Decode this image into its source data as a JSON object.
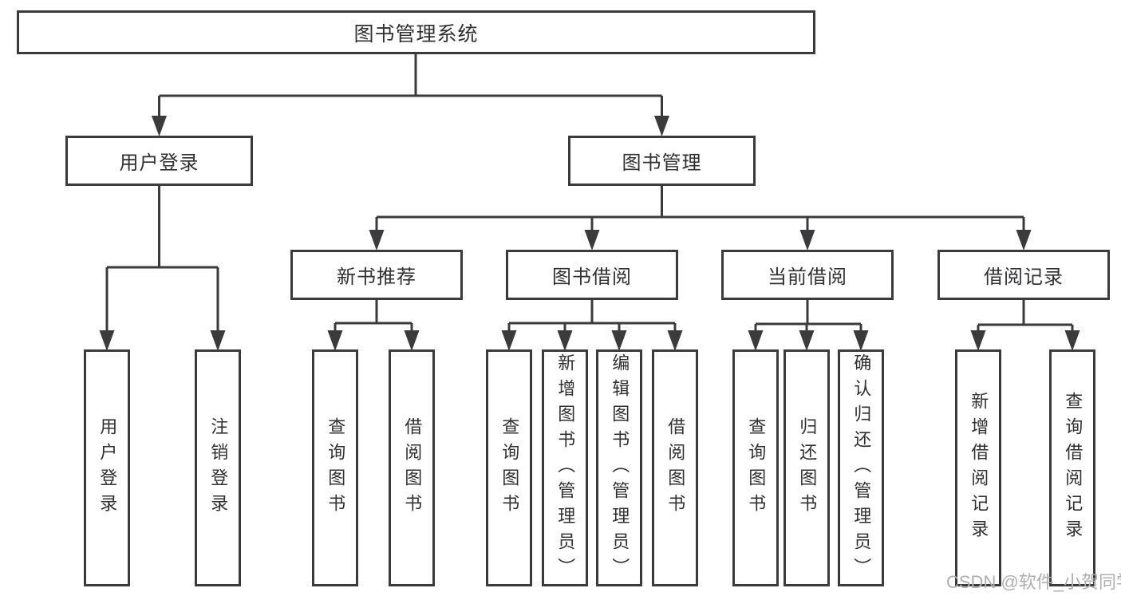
{
  "tree": {
    "root": {
      "label": "图书管理系统",
      "children": [
        {
          "label": "用户登录",
          "children": [
            {
              "label": "用户登录"
            },
            {
              "label": "注销登录"
            }
          ]
        },
        {
          "label": "图书管理",
          "children": [
            {
              "label": "新书推荐",
              "children": [
                {
                  "label": "查询图书"
                },
                {
                  "label": "借阅图书"
                }
              ]
            },
            {
              "label": "图书借阅",
              "children": [
                {
                  "label": "查询图书"
                },
                {
                  "label": "新增图书（管理员）"
                },
                {
                  "label": "编辑图书（管理员）"
                },
                {
                  "label": "借阅图书"
                }
              ]
            },
            {
              "label": "当前借阅",
              "children": [
                {
                  "label": "查询图书"
                },
                {
                  "label": "归还图书"
                },
                {
                  "label": "确认归还（管理员）"
                }
              ]
            },
            {
              "label": "借阅记录",
              "children": [
                {
                  "label": "新增借阅记录"
                },
                {
                  "label": "查询借阅记录"
                }
              ]
            }
          ]
        }
      ]
    }
  },
  "watermark": {
    "text": "CSDN @软件_小贺同学"
  },
  "colors": {
    "line": "#3b3b3d",
    "text": "#303032",
    "background": "#ffffff",
    "watermark": "#aeaeae"
  }
}
